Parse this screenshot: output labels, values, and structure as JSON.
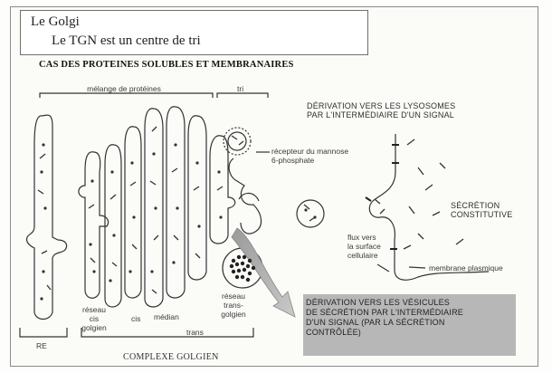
{
  "title": {
    "line1": "Le Golgi",
    "line2": "Le TGN est un centre de tri"
  },
  "subtitle": "CAS DES PROTEINES SOLUBLES ET MEMBRANAIRES",
  "labels": {
    "melange": "mélange de protéines",
    "tri": "tri",
    "derivation_lysosomes": [
      "DÉRIVATION VERS LES LYSOSOMES",
      "PAR L'INTERMÉDIAIRE D'UN SIGNAL"
    ],
    "recepteur": [
      "récepteur du mannose",
      "6-phosphate"
    ],
    "secretion": [
      "SÉCRÉTION",
      "CONSTITUTIVE"
    ],
    "flux": [
      "flux vers",
      "la surface",
      "cellulaire"
    ],
    "membrane": "membrane plasmique",
    "reseau_cis": [
      "réseau",
      "cis",
      "golgien"
    ],
    "cis": "cis",
    "median": "médian",
    "trans": "trans",
    "reseau_trans": [
      "réseau",
      "trans-",
      "golgien"
    ],
    "re": "RE",
    "complexe": "COMPLEXE GOLGIEN",
    "derivation_vesicules": [
      "DÉRIVATION VERS LES VÉSICULES",
      "DE SÉCRÉTION PAR L'INTERMÉDIAIRE",
      "D'UN SIGNAL (PAR LA SÉCRÉTION",
      "CONTRÔLÉE)"
    ]
  }
}
